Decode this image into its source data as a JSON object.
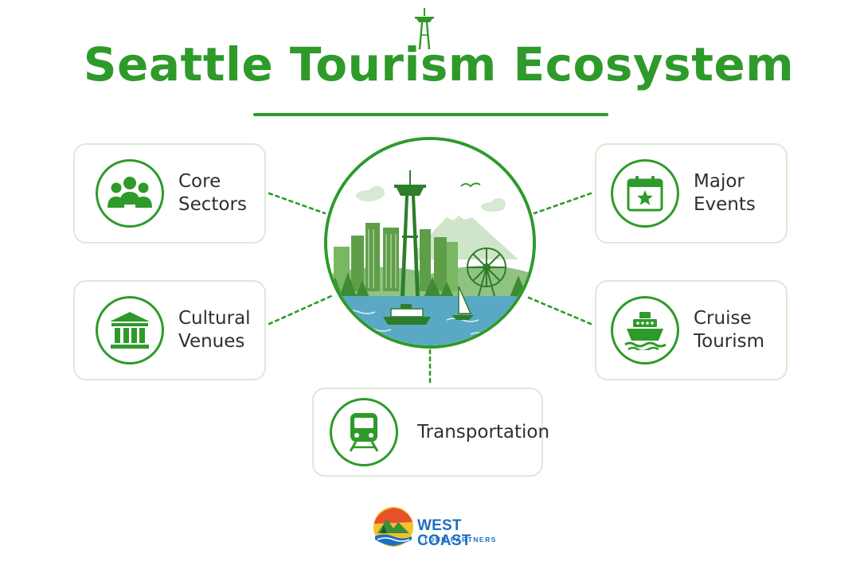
{
  "title": "Seattle Tourism Ecosystem",
  "colors": {
    "primary_green": "#2e9a2a",
    "card_border": "#d9ecd5",
    "water": "#5aa9c4",
    "brand_blue": "#1e6fc0"
  },
  "hub": {
    "name": "seattle-skyline",
    "icon": "seattle-skyline-illustration"
  },
  "nodes": [
    {
      "id": "core",
      "label_line1": "Core",
      "label_line2": "Sectors",
      "icon": "people-group-icon"
    },
    {
      "id": "cultural",
      "label_line1": "Cultural",
      "label_line2": "Venues",
      "icon": "museum-columns-icon"
    },
    {
      "id": "events",
      "label_line1": "Major",
      "label_line2": "Events",
      "icon": "calendar-star-icon"
    },
    {
      "id": "cruise",
      "label_line1": "Cruise",
      "label_line2": "Tourism",
      "icon": "cruise-ship-icon"
    },
    {
      "id": "transport",
      "label_line1": "Transportation",
      "icon": "train-icon"
    }
  ],
  "logo": {
    "brand": "WEST COAST",
    "tagline": "TOUR PARTNERS",
    "icon": "west-coast-badge-icon"
  }
}
